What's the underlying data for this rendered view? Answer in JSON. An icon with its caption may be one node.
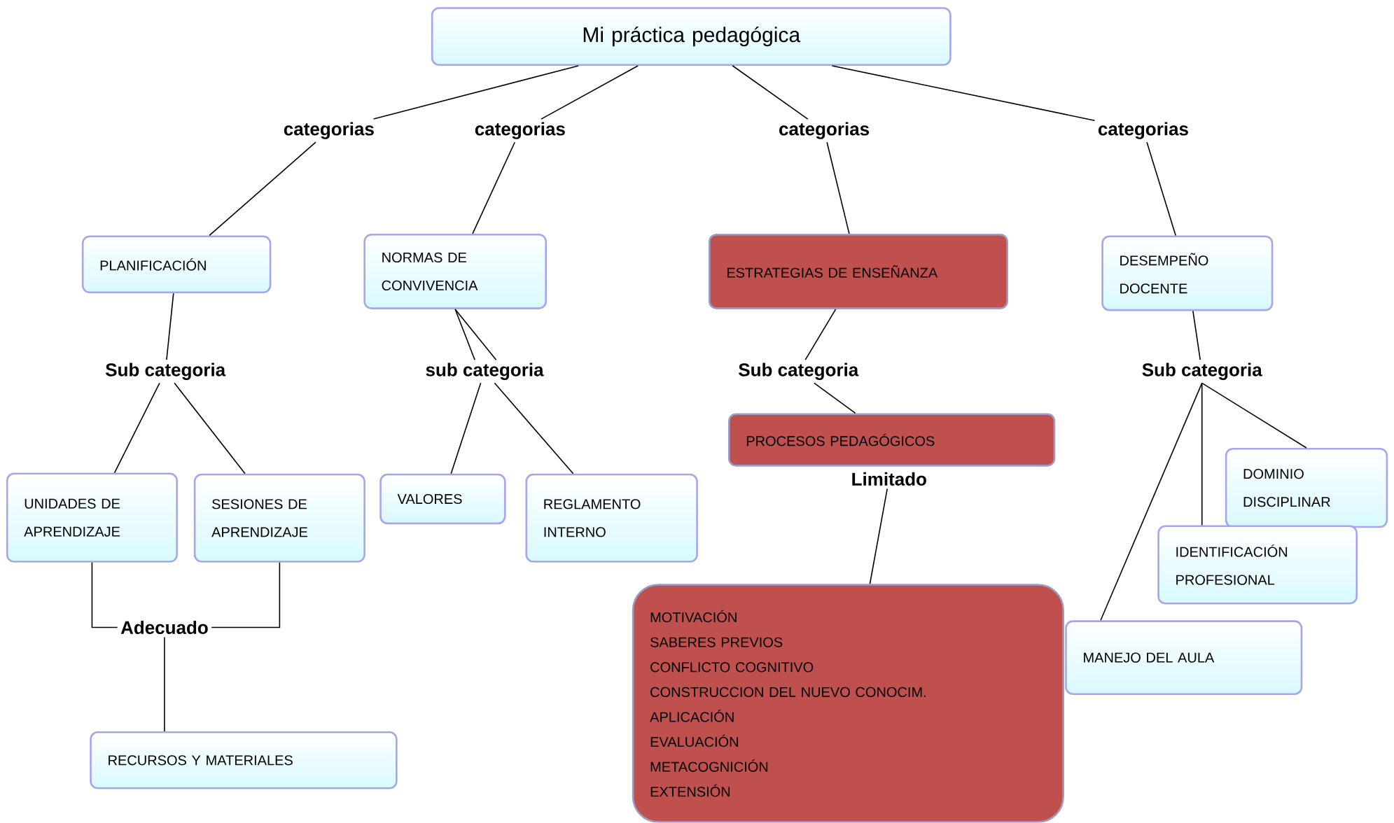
{
  "diagram": {
    "nodes": [
      {
        "text": [
          "Mi práctica pedagógica"
        ]
      },
      {
        "text": [
          "categorias"
        ]
      },
      {
        "text": [
          "categorias"
        ]
      },
      {
        "text": [
          "categorias"
        ]
      },
      {
        "text": [
          "categorias"
        ]
      },
      {
        "text": [
          "PLANIFICACIÓN"
        ]
      },
      {
        "text": [
          "NORMAS DE CONVIVENCIA"
        ]
      },
      {
        "text": [
          "ESTRATEGIAS DE ENSEÑANZA"
        ]
      },
      {
        "text": [
          "DESEMPEÑO DOCENTE"
        ]
      },
      {
        "text": [
          "Sub categoria"
        ]
      },
      {
        "text": [
          "sub categoria"
        ]
      },
      {
        "text": [
          "Sub categoria"
        ]
      },
      {
        "text": [
          "Sub categoria"
        ]
      },
      {
        "text": [
          "PROCESOS PEDAGÓGICOS"
        ]
      },
      {
        "text": [
          "Limitado"
        ]
      },
      {
        "text": [
          "UNIDADES DE APRENDIZAJE"
        ]
      },
      {
        "text": [
          "SESIONES DE APRENDIZAJE"
        ]
      },
      {
        "text": [
          "VALORES"
        ]
      },
      {
        "text": [
          "REGLAMENTO INTERNO"
        ]
      },
      {
        "text": [
          "DOMINIO DISCIPLINAR"
        ]
      },
      {
        "text": [
          "IDENTIFICACIÓN PROFESIONAL"
        ]
      },
      {
        "text": [
          "Adecuado"
        ]
      },
      {
        "text": [
          "MOTIVACIÓN",
          "SABERES PREVIOS",
          "CONFLICTO COGNITIVO",
          "CONSTRUCCION DEL NUEVO CONOCIM.",
          "APLICACIÓN",
          "EVALUACIÓN",
          "METACOGNICIÓN",
          "EXTENSIÓN"
        ]
      },
      {
        "text": [
          "MANEJO DEL AULA"
        ]
      },
      {
        "text": [
          "RECURSOS Y MATERIALES"
        ]
      }
    ],
    "edges": [
      {
        "from": 0,
        "to": 1,
        "arrow": "none"
      },
      {
        "from": 0,
        "to": 2,
        "arrow": "none"
      },
      {
        "from": 0,
        "to": 3,
        "arrow": "none"
      },
      {
        "from": 0,
        "to": 4,
        "arrow": "none"
      },
      {
        "from": 1,
        "to": 5,
        "arrow": "none"
      },
      {
        "from": 2,
        "to": 6,
        "arrow": "none"
      },
      {
        "from": 3,
        "to": 7,
        "arrow": "none"
      },
      {
        "from": 4,
        "to": 8,
        "arrow": "none"
      },
      {
        "from": 5,
        "to": 9,
        "arrow": "none"
      },
      {
        "from": 6,
        "to": 10,
        "arrow": "none"
      },
      {
        "from": 6,
        "to": 10,
        "arrow": "none"
      },
      {
        "from": 7,
        "to": 11,
        "arrow": "none"
      },
      {
        "from": 8,
        "to": 12,
        "arrow": "none"
      },
      {
        "from": 11,
        "to": 13,
        "arrow": "none"
      },
      {
        "from": 9,
        "to": 15,
        "arrow": "none"
      },
      {
        "from": 9,
        "to": 16,
        "arrow": "none"
      },
      {
        "from": 10,
        "to": 17,
        "arrow": "none"
      },
      {
        "from": 10,
        "to": 18,
        "arrow": "none"
      },
      {
        "from": 12,
        "to": 19,
        "arrow": "none"
      },
      {
        "from": 12,
        "to": 20,
        "arrow": "none"
      },
      {
        "from": 12,
        "to": 23,
        "arrow": "none"
      },
      {
        "from": 14,
        "to": 22,
        "arrow": "none"
      },
      {
        "from": 15,
        "to": 21,
        "arrow": "none"
      },
      {
        "from": 16,
        "to": 21,
        "arrow": "none"
      },
      {
        "from": 21,
        "to": 24,
        "arrow": "none"
      }
    ]
  }
}
